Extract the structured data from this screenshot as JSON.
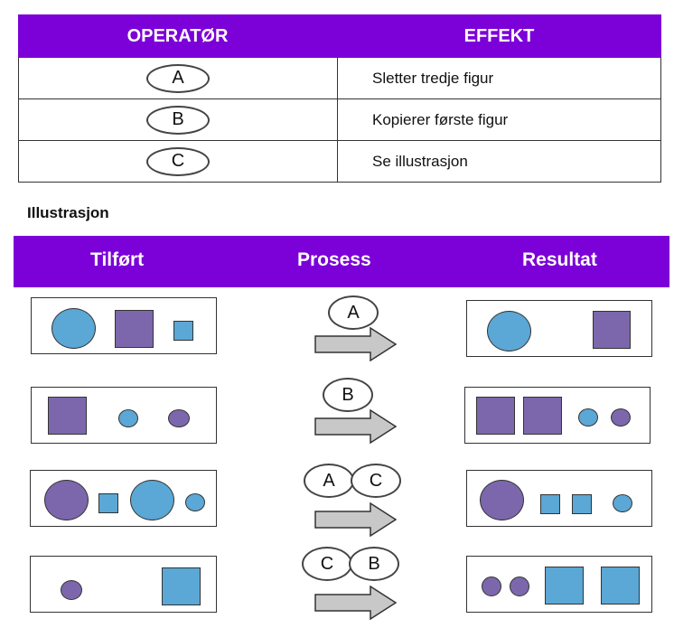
{
  "operator_table": {
    "header_operator": "OPERATØR",
    "header_effect": "EFFEKT",
    "rows": [
      {
        "operator": "A",
        "effect": "Sletter tredje figur"
      },
      {
        "operator": "B",
        "effect": "Kopierer første figur"
      },
      {
        "operator": "C",
        "effect": "Se illustrasjon"
      }
    ]
  },
  "illustration": {
    "title": "Illustrasjon",
    "header_input": "Tilført",
    "header_process": "Prosess",
    "header_result": "Resultat",
    "rows": [
      {
        "input": [
          "blue circle",
          "purple square",
          "blue square (small)"
        ],
        "process": [
          "A"
        ],
        "result": [
          "blue circle",
          "purple square"
        ]
      },
      {
        "input": [
          "purple square",
          "blue circle (small)",
          "purple circle (small)"
        ],
        "process": [
          "B"
        ],
        "result": [
          "purple square",
          "purple square",
          "blue circle (small)",
          "purple circle (small)"
        ]
      },
      {
        "input": [
          "purple circle",
          "blue square (small)",
          "blue circle",
          "blue circle (small)"
        ],
        "process": [
          "A",
          "C"
        ],
        "result": [
          "purple circle",
          "blue square (small)",
          "blue square (small)",
          "blue circle (small)"
        ]
      },
      {
        "input": [
          "purple circle (small)",
          "blue square"
        ],
        "process": [
          "C",
          "B"
        ],
        "result": [
          "purple circle (small)",
          "purple circle (small)",
          "blue square",
          "blue square"
        ]
      }
    ]
  },
  "colors": {
    "header": "#7c00d8",
    "blue": "#5ba7d5",
    "purple": "#7c67ad",
    "arrow": "#c8c8c8"
  }
}
